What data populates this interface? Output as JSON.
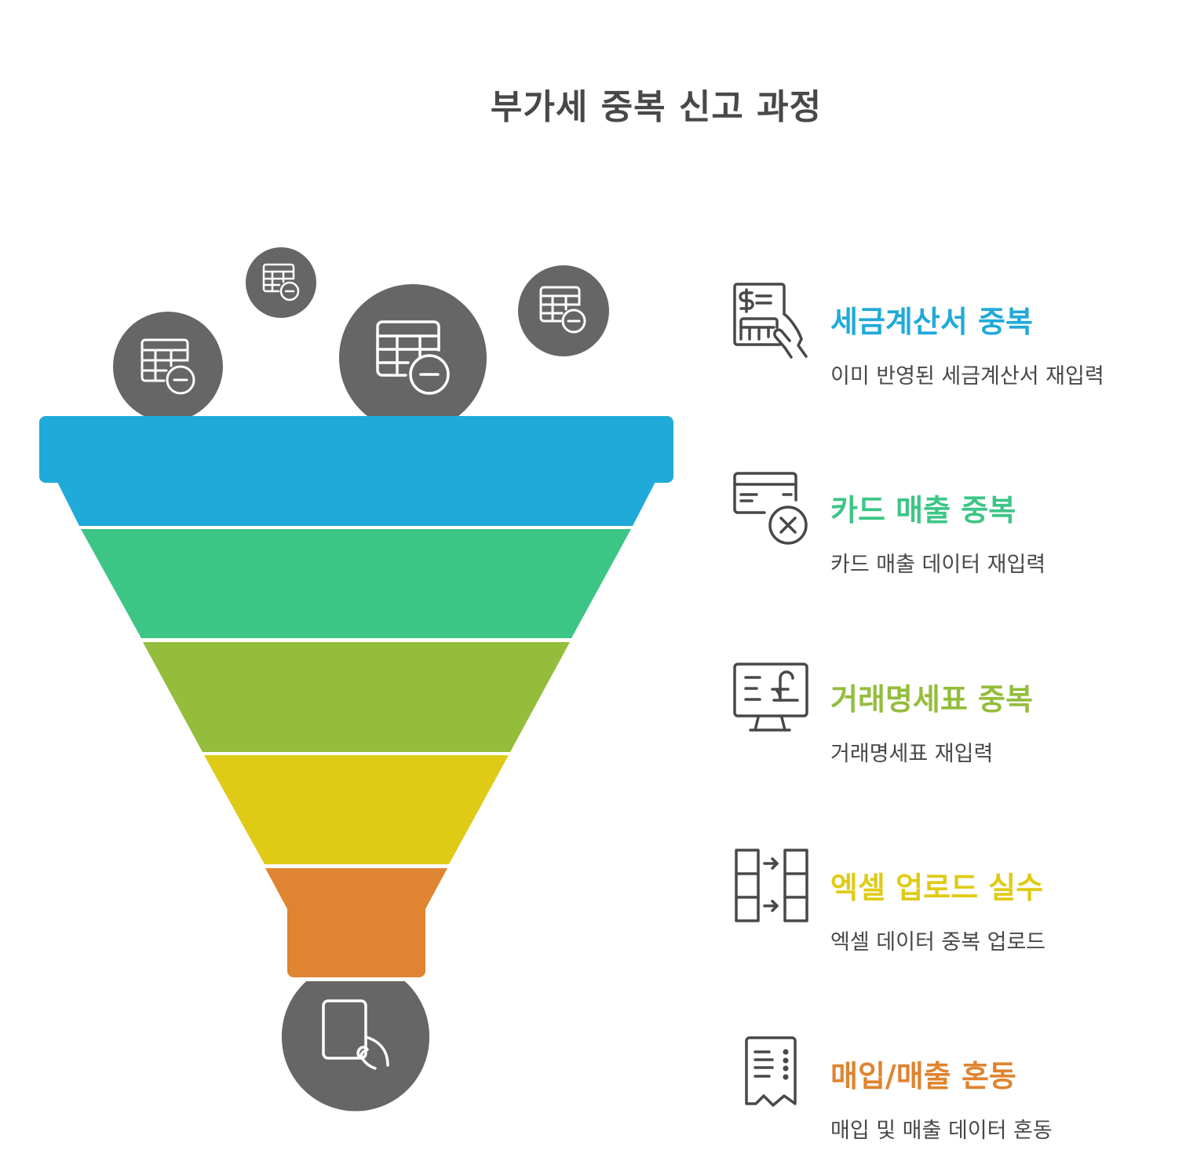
{
  "title": "부가세 중복 신고 과정",
  "colors": {
    "stage1": "#20aad9",
    "stage2": "#3dc585",
    "stage3": "#93bd3b",
    "stage4": "#dfcb16",
    "stage5": "#df8430",
    "circle": "#666666",
    "icon_stroke": "#484848",
    "text": "#484848"
  },
  "top_circles": [
    {
      "icon": "spreadsheet-minus-icon"
    },
    {
      "icon": "spreadsheet-minus-icon"
    },
    {
      "icon": "spreadsheet-minus-icon"
    },
    {
      "icon": "spreadsheet-minus-icon"
    }
  ],
  "bottom_circle": {
    "icon": "hand-holding-card-icon"
  },
  "stages": [
    {
      "heading": "세금계산서 중복",
      "desc": "이미 반영된 세금계산서 재입력",
      "icon": "invoice-hand-icon"
    },
    {
      "heading": "카드 매출 중복",
      "desc": "카드 매출 데이터 재입력",
      "icon": "card-x-icon"
    },
    {
      "heading": "거래명세표 중복",
      "desc": "거래명세표 재입력",
      "icon": "monitor-pound-icon"
    },
    {
      "heading": "엑셀 업로드 실수",
      "desc": "엑셀 데이터 중복 업로드",
      "icon": "columns-transfer-icon"
    },
    {
      "heading": "매입/매출 혼동",
      "desc": "매입 및 매출 데이터 혼동",
      "icon": "receipt-icon"
    }
  ]
}
